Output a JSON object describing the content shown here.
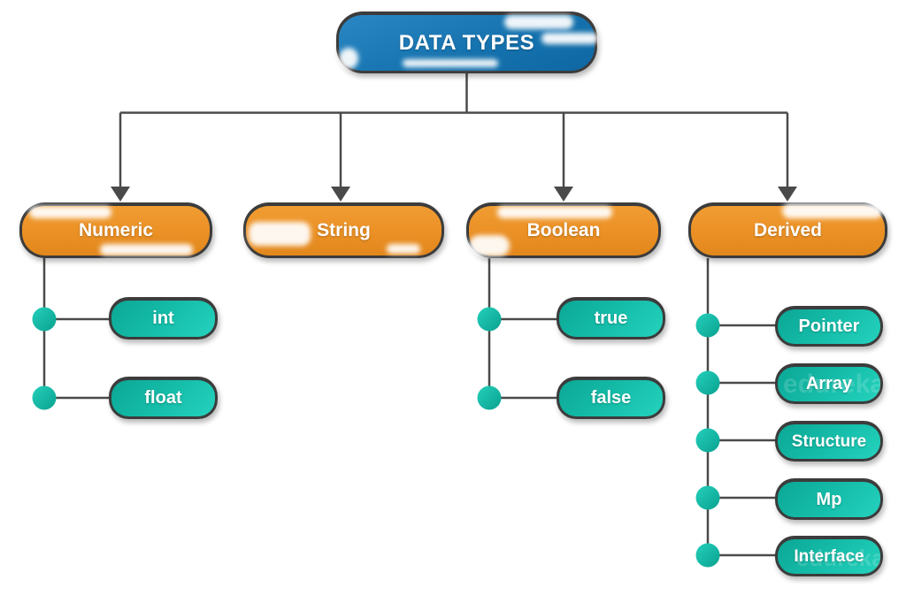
{
  "diagram": {
    "root": {
      "label": "DATA TYPES"
    },
    "branches": [
      {
        "label": "Numeric",
        "children": [
          {
            "label": "int"
          },
          {
            "label": "float"
          }
        ]
      },
      {
        "label": "String",
        "children": []
      },
      {
        "label": "Boolean",
        "children": [
          {
            "label": "true"
          },
          {
            "label": "false"
          }
        ]
      },
      {
        "label": "Derived",
        "children": [
          {
            "label": "Pointer"
          },
          {
            "label": "Array"
          },
          {
            "label": "Structure"
          },
          {
            "label": "Mp"
          },
          {
            "label": "Interface"
          }
        ]
      }
    ],
    "colors": {
      "root_fill": "#1673af",
      "branch_fill": "#ec9227",
      "leaf_fill": "#16bfab",
      "connector_line": "#4a4a4a",
      "node_border": "#3c3c3c",
      "text": "#ffffff"
    }
  },
  "watermark": {
    "text": "edureka"
  }
}
